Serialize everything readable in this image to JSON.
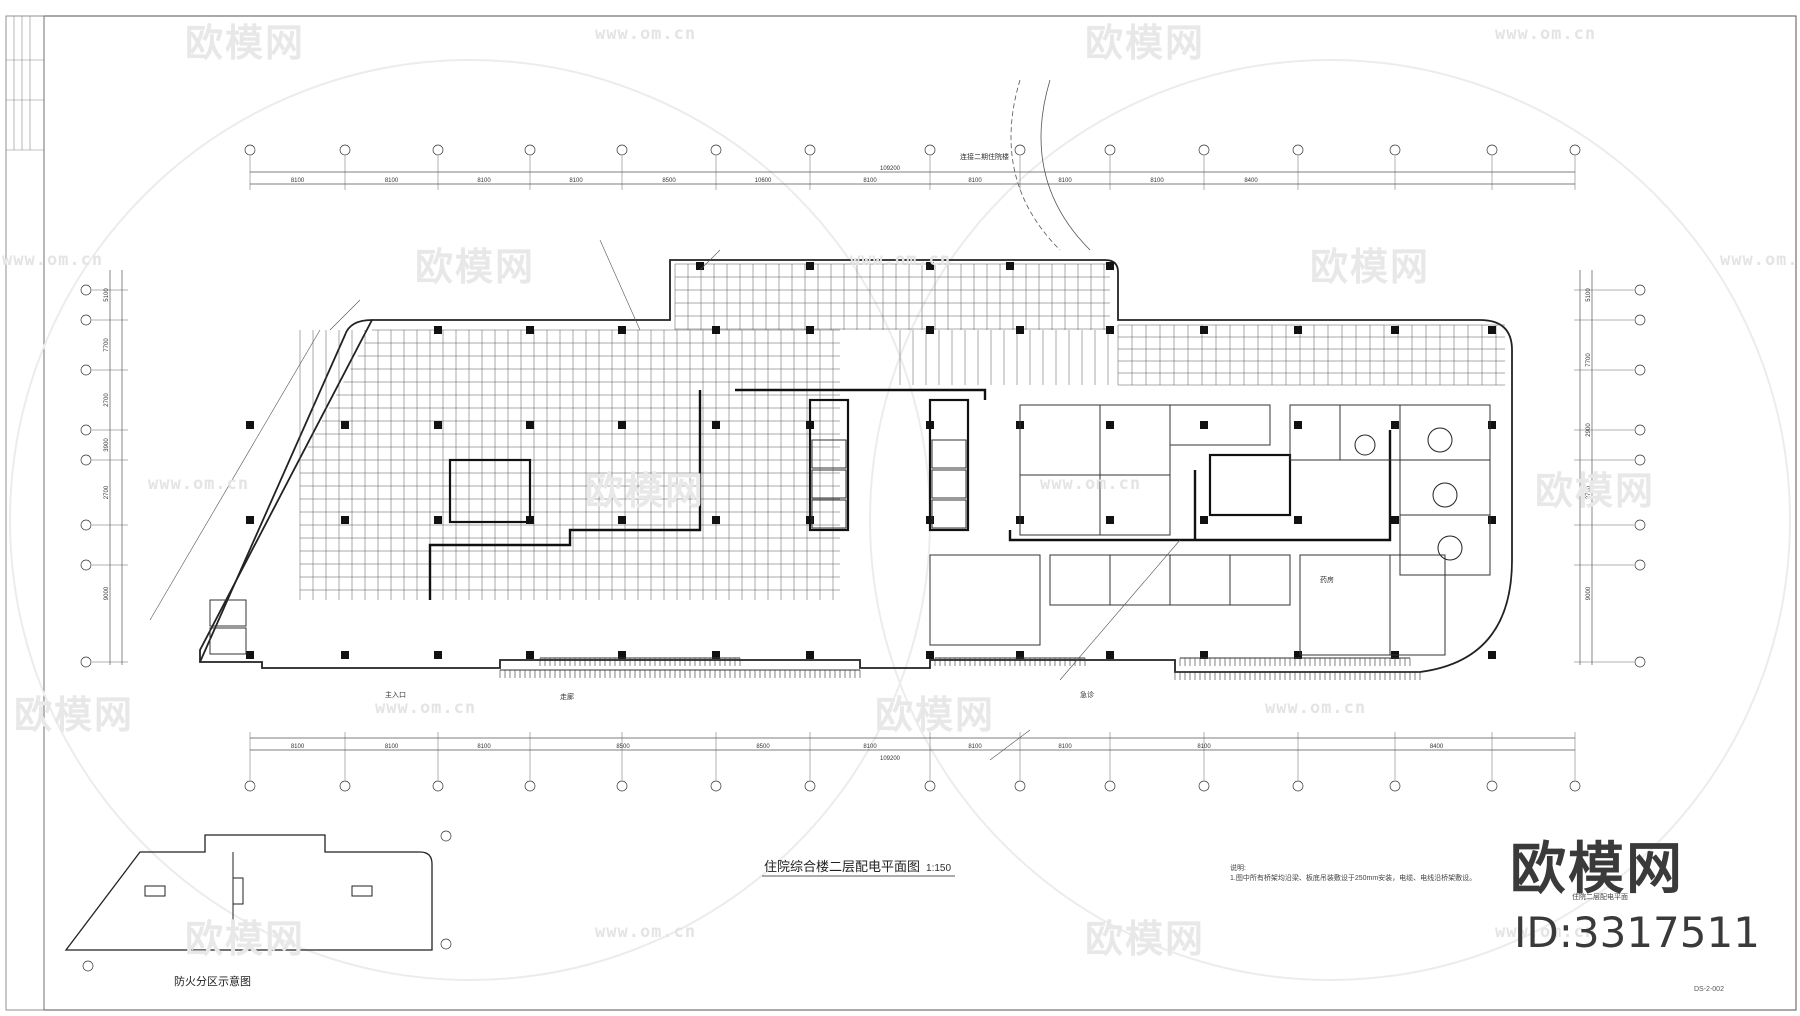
{
  "drawing": {
    "title": "住院综合楼二层配电平面图",
    "scale": "1:150",
    "fire_zone_caption": "防火分区示意图",
    "notes_heading": "说明:",
    "notes_text": "1.图中所有桥架均沿梁、板底吊装敷设于250mm安装，电缆、电线沿桥架敷设。",
    "drawing_number": "DS-2-002",
    "right_label": "住院二层配电平面",
    "total_dim_top": "109200",
    "total_dim_bottom": "109200",
    "top_dims": [
      "8100",
      "8100",
      "8100",
      "8100",
      "8500",
      "10600",
      "8100",
      "8100",
      "8100",
      "8100",
      "8400"
    ],
    "bottom_dims": [
      "8100",
      "8100",
      "8100",
      "8500",
      "8500",
      "8100",
      "8100",
      "8100",
      "8100",
      "8400"
    ],
    "left_dims": [
      "5100",
      "7700",
      "2700",
      "3900",
      "2700",
      "9000"
    ],
    "right_dims": [
      "5100",
      "7700",
      "2900",
      "2700",
      "9000"
    ],
    "labels": {
      "entrance": "主入口",
      "link_bridge": "连接二期住院楼",
      "corridor": "走廊",
      "emergency": "急诊",
      "pharmacy": "药房"
    }
  },
  "watermark": {
    "brand": "欧模网",
    "url": "www.om.cn",
    "big_brand": "欧模网",
    "id": "ID:3317511"
  }
}
